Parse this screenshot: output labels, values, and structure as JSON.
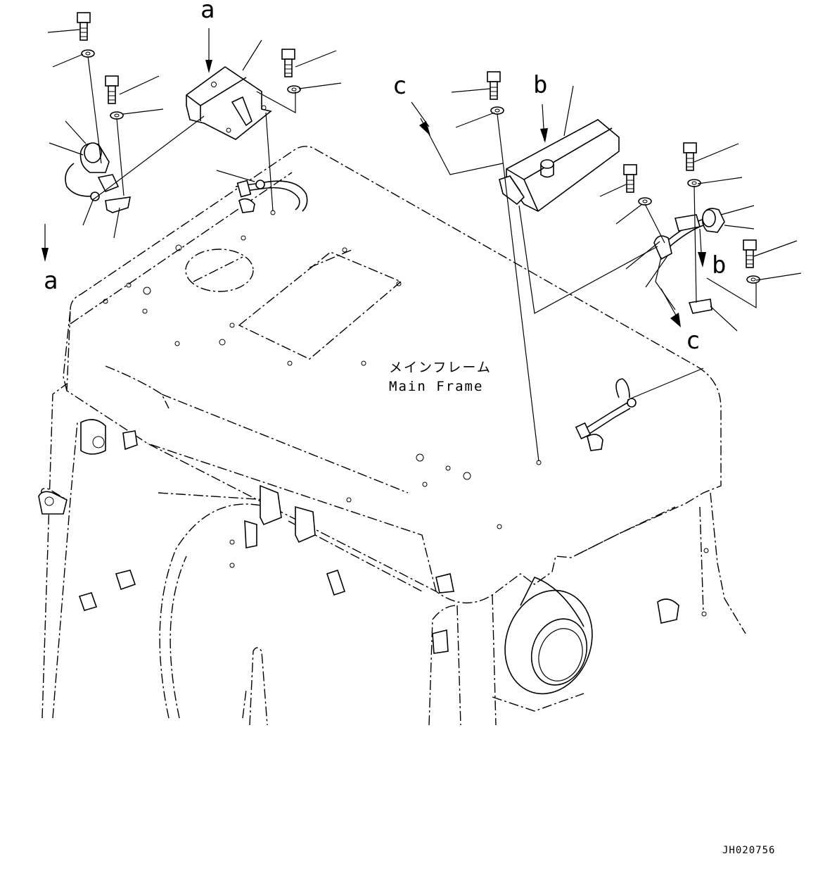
{
  "labels": {
    "a_top": "a",
    "a_left": "a",
    "b_top": "b",
    "b_right": "b",
    "c_top": "c",
    "c_right": "c"
  },
  "frame_label": {
    "japanese": "メインフレーム",
    "english": "Main Frame"
  },
  "drawing_code": "JH020756"
}
